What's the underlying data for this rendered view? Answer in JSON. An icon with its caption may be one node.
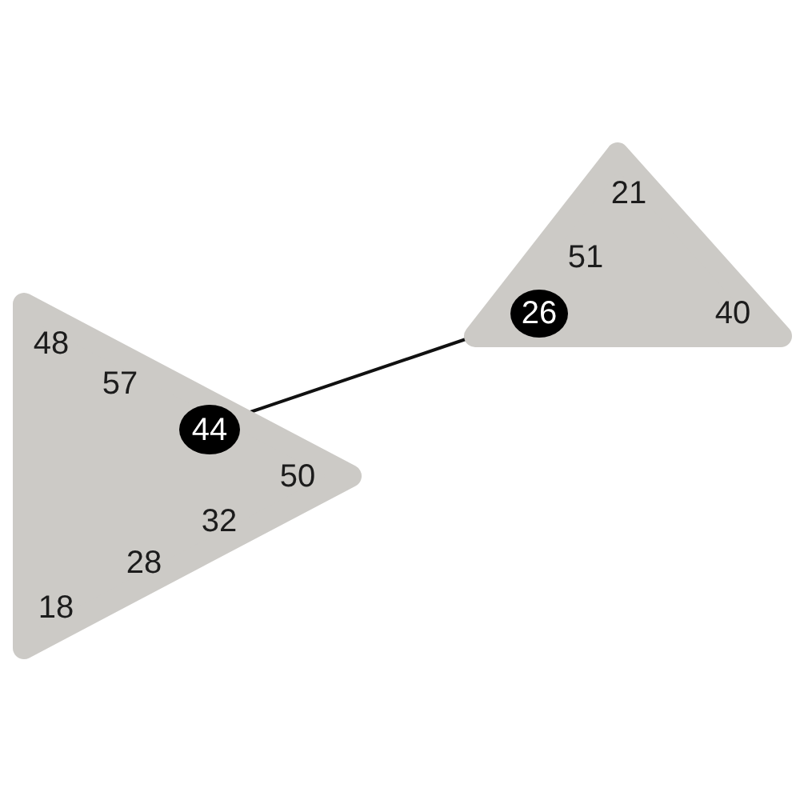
{
  "diagram": {
    "nodes": [
      {
        "text": [
          "48",
          "57",
          "50",
          "32",
          "28",
          "18"
        ]
      },
      {
        "text": [
          "44"
        ],
        "in": 0
      },
      {
        "text": [
          "21",
          "51",
          "40"
        ]
      },
      {
        "text": [
          "26"
        ],
        "in": 2
      }
    ],
    "edges": [
      {
        "from": 0,
        "to": 2,
        "arrow": "none"
      }
    ]
  }
}
